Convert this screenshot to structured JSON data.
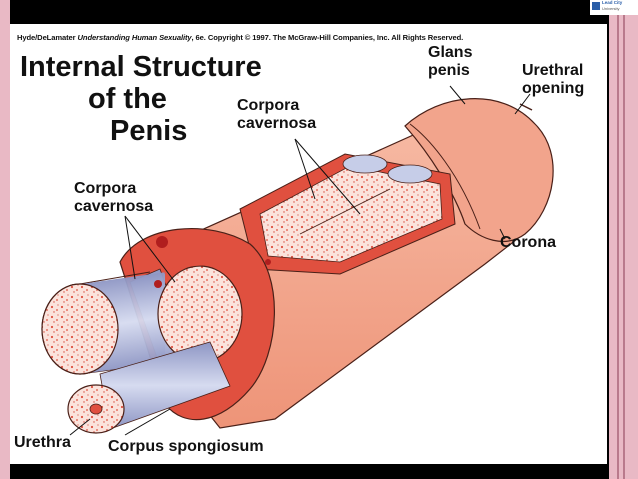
{
  "copyright": {
    "authors": "Hyde/DeLamater",
    "book": "Understanding Human Sexuality",
    "rest": ", 6e. Copyright © 1997. The McGraw-Hill Companies, Inc. All Rights Reserved."
  },
  "title": {
    "line1": "Internal Structure",
    "line2": "of the",
    "line3": "Penis"
  },
  "labels": {
    "glans_line1": "Glans",
    "glans_line2": "penis",
    "urethral_line1": "Urethral",
    "urethral_line2": "opening",
    "cc_top_line1": "Corpora",
    "cc_top_line2": "cavernosa",
    "cc_left_line1": "Corpora",
    "cc_left_line2": "cavernosa",
    "corona": "Corona",
    "urethra": "Urethra",
    "spongiosum": "Corpus spongiosum"
  },
  "logo": {
    "name": "Lead City",
    "sub": "University"
  },
  "colors": {
    "skin": "#f2a48c",
    "tissue_red": "#e0503f",
    "spongy": "#fbe3dc",
    "tube_blue": "#aab3d8",
    "background": "#000000",
    "side_bars": "#e9b9c5"
  }
}
